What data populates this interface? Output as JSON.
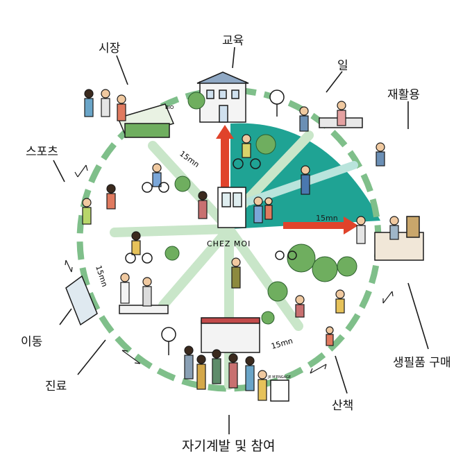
{
  "center_label": "CHEZ MOI",
  "time_labels": [
    "15mn",
    "15mn",
    "15mn",
    "15mn"
  ],
  "sign_text": "JE M'ENGAGE",
  "stall_sign": "BIO",
  "labels": {
    "market": "시장",
    "education": "교육",
    "work": "일",
    "recycling": "재활용",
    "sports": "스포츠",
    "mobility": "이동",
    "medical": "진료",
    "self_development": "자기계발 및 참여",
    "walk": "산책",
    "shopping": "생필품 구매"
  },
  "colors": {
    "teal": "#1fa394",
    "green_path": "#7fbf8a",
    "light_green": "#c9e6c9",
    "red_arrow": "#e0432b",
    "ink": "#1a1a1a"
  }
}
